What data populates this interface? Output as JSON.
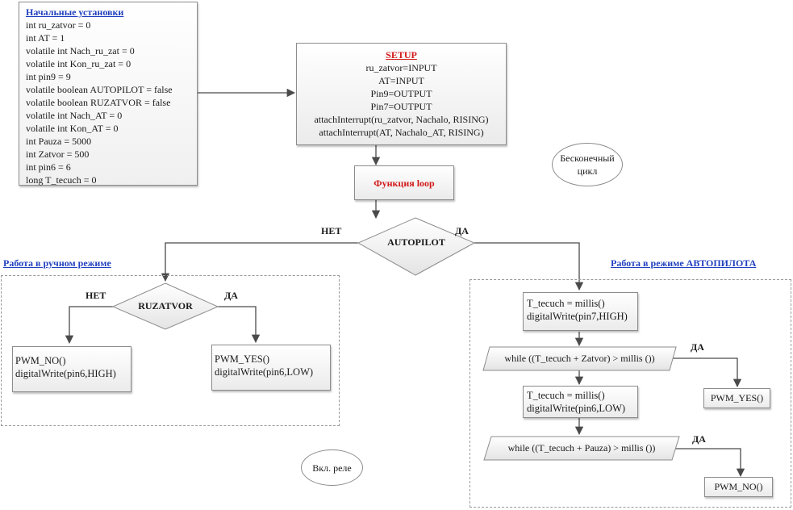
{
  "init_block": {
    "title": "Начальные установки",
    "lines": [
      "int ru_zatvor = 0",
      "int AT = 1",
      "volatile int Nach_ru_zat = 0",
      "volatile int Kon_ru_zat = 0",
      "int pin9 = 9",
      "volatile boolean AUTOPILOT = false",
      "volatile boolean RUZATVOR = false",
      "volatile int Nach_AT = 0",
      "volatile int Kon_AT = 0",
      "int Pauza = 5000",
      "int Zatvor = 500",
      "int pin6 = 6",
      "long T_tecuch = 0"
    ]
  },
  "setup_block": {
    "title": "SETUP",
    "lines": [
      "ru_zatvor=INPUT",
      "AT=INPUT",
      "Pin9=OUTPUT",
      "Pin7=OUTPUT",
      "attachInterrupt(ru_zatvor, Nachalo, RISING)",
      "attachInterrupt(AT, Nachalo_AT, RISING)"
    ]
  },
  "loop_block": {
    "label": "Функция loop"
  },
  "infinite_loop_note": {
    "lines": [
      "Бесконечный",
      "цикл"
    ]
  },
  "autopilot_decision": {
    "label": "AUTOPILOT",
    "no_label": "НЕТ",
    "yes_label": "ДА"
  },
  "manual_section": {
    "title": "Работа в ручном режиме",
    "decision": {
      "label": "RUZATVOR",
      "no_label": "НЕТ",
      "yes_label": "ДА"
    },
    "no_box": {
      "lines": [
        "PWM_NO()",
        "digitalWrite(pin6,HIGH)"
      ]
    },
    "yes_box": {
      "lines": [
        "PWM_YES()",
        "digitalWrite(pin6,LOW)"
      ]
    }
  },
  "relay_note": {
    "label": "Вкл. реле"
  },
  "autopilot_section": {
    "title": "Работа в режиме АВТОПИЛОТА",
    "step1": {
      "lines": [
        "T_tecuch = millis()",
        "digitalWrite(pin7,HIGH)"
      ]
    },
    "while1": {
      "label": "while ((T_tecuch + Zatvor) > millis ())",
      "yes_label": "ДА"
    },
    "pwm_yes": {
      "label": "PWM_YES()"
    },
    "step2": {
      "lines": [
        "T_tecuch = millis()",
        "digitalWrite(pin6,LOW)"
      ]
    },
    "while2": {
      "label": "while ((T_tecuch + Pauza) > millis ())",
      "yes_label": "ДА"
    },
    "pwm_no": {
      "label": "PWM_NO()"
    }
  },
  "colors": {
    "link_blue": "#1f3fbf",
    "accent_red": "#d11a1a",
    "line_gray": "#4a4a4a",
    "shape_fill": "#ebebeb"
  }
}
